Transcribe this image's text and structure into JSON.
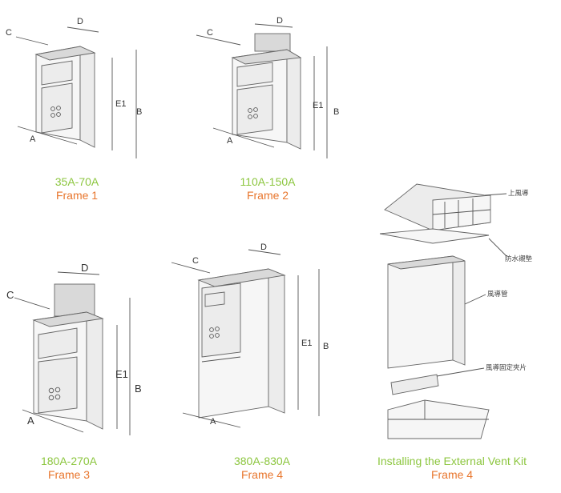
{
  "dimension_letters": {
    "a": "A",
    "b": "B",
    "c": "C",
    "d": "D",
    "e1": "E1"
  },
  "frames": [
    {
      "range": "35A-70A",
      "frame": "Frame 1"
    },
    {
      "range": "110A-150A",
      "frame": "Frame 2"
    },
    {
      "range": "180A-270A",
      "frame": "Frame 3"
    },
    {
      "range": "380A-830A",
      "frame": "Frame 4"
    }
  ],
  "vent_kit": {
    "title": "Installing the External Vent Kit",
    "frame": "Frame 4",
    "labels": {
      "top_hood": "上風導",
      "gasket": "防水襯墊",
      "duct": "風導管",
      "clip": "風導固定夾片"
    }
  },
  "colors": {
    "range_text": "#8cc63f",
    "frame_text": "#e8762d",
    "line": "#555555"
  }
}
